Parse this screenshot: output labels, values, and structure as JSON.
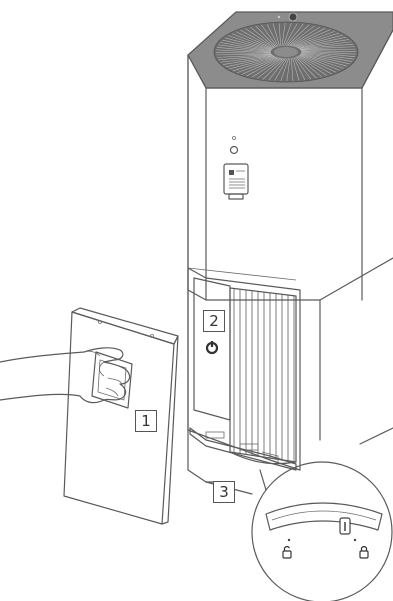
{
  "callouts": {
    "step_1": "1",
    "step_2": "2",
    "step_3": "3"
  },
  "icons": {
    "lock": "lock-closed-icon",
    "unlock": "lock-open-icon",
    "power": "power-icon"
  },
  "colors": {
    "line": "#5a5a5a",
    "grille": "#7a7a7a",
    "body": "#ffffff"
  }
}
